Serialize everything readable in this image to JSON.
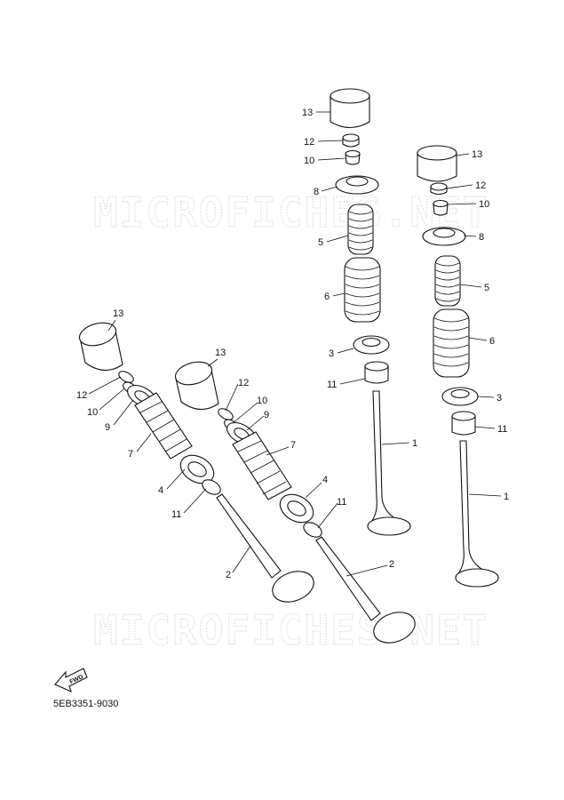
{
  "watermark": "MICROFICHES.NET",
  "diagram_code": "5EB3351-9030",
  "fwd_label": "FWD",
  "labels": {
    "p1": "1",
    "p2": "2",
    "p3": "3",
    "p4": "4",
    "p5": "5",
    "p6": "6",
    "p7": "7",
    "p8": "8",
    "p9": "9",
    "p10": "10",
    "p11": "11",
    "p12": "12",
    "p13": "13"
  }
}
